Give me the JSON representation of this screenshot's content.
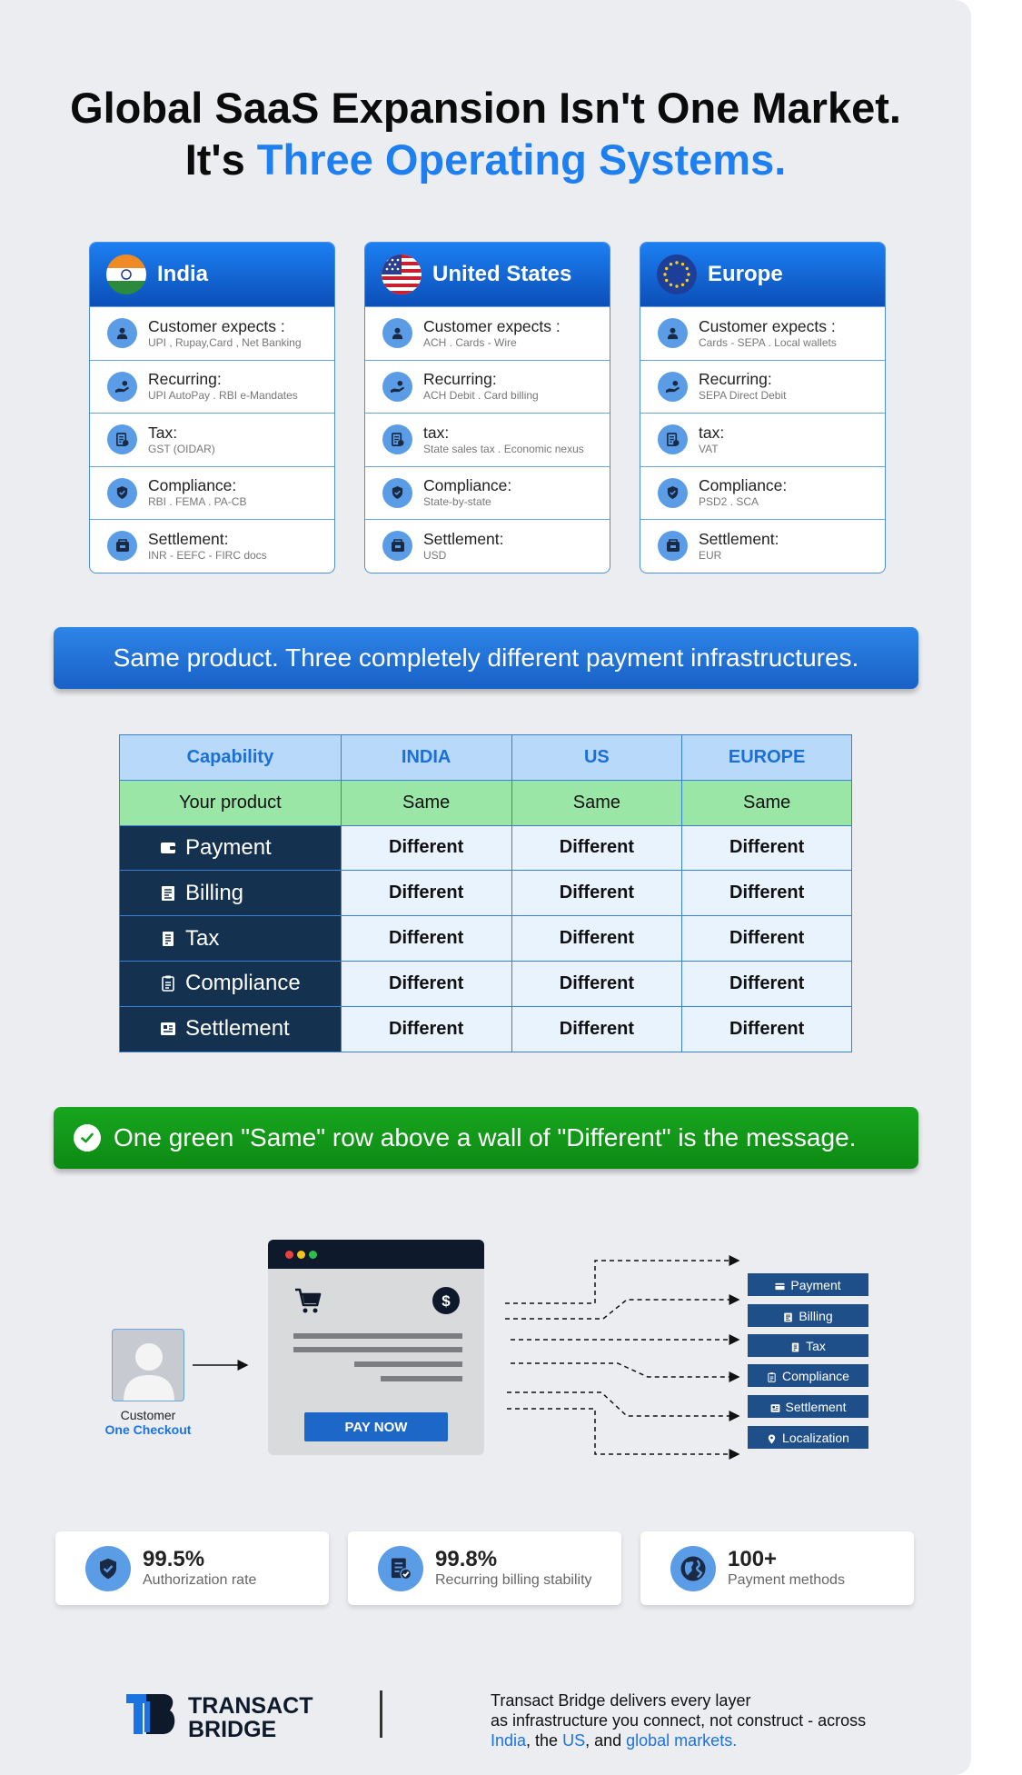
{
  "title": {
    "line1": "Global SaaS Expansion Isn't One Market.",
    "line2_prefix": "It's ",
    "line2_accent": "Three Operating Systems."
  },
  "colors": {
    "accent": "#1e7ff0",
    "header_blue": "#0c4fb8",
    "same_green": "#99e6a7",
    "dark_navy": "#14324f",
    "banner_green": "#18a51f"
  },
  "regions": [
    {
      "name": "India",
      "flag_icon": "india-flag-icon",
      "rows": [
        {
          "label": "Customer expects :",
          "detail": "UPI , Rupay,Card , Net Banking",
          "icon": "user-icon"
        },
        {
          "label": "Recurring:",
          "detail": "UPI AutoPay . RBI e-Mandates",
          "icon": "recurring-hand-icon"
        },
        {
          "label": "Tax:",
          "detail": "GST (OIDAR)",
          "icon": "tax-receipt-icon"
        },
        {
          "label": "Compliance:",
          "detail": "RBI . FEMA . PA-CB",
          "icon": "shield-icon"
        },
        {
          "label": "Settlement:",
          "detail": "INR - EEFC - FIRC docs",
          "icon": "bank-icon"
        }
      ]
    },
    {
      "name": "United States",
      "flag_icon": "us-flag-icon",
      "rows": [
        {
          "label": "Customer expects :",
          "detail": "ACH . Cards - Wire",
          "icon": "user-icon"
        },
        {
          "label": "Recurring:",
          "detail": "ACH Debit . Card billing",
          "icon": "recurring-hand-icon"
        },
        {
          "label": "tax:",
          "detail": "State sales tax . Economic nexus",
          "icon": "tax-receipt-icon"
        },
        {
          "label": "Compliance:",
          "detail": "State-by-state",
          "icon": "shield-icon"
        },
        {
          "label": "Settlement:",
          "detail": "USD",
          "icon": "bank-icon"
        }
      ]
    },
    {
      "name": "Europe",
      "flag_icon": "eu-flag-icon",
      "rows": [
        {
          "label": "Customer expects :",
          "detail": "Cards - SEPA . Local wallets",
          "icon": "user-icon"
        },
        {
          "label": "Recurring:",
          "detail": "SEPA Direct Debit",
          "icon": "recurring-hand-icon"
        },
        {
          "label": "tax:",
          "detail": "VAT",
          "icon": "tax-receipt-icon"
        },
        {
          "label": "Compliance:",
          "detail": "PSD2 . SCA",
          "icon": "shield-icon"
        },
        {
          "label": "Settlement:",
          "detail": "EUR",
          "icon": "bank-icon"
        }
      ]
    }
  ],
  "banner_blue": "Same product. Three completely different payment infrastructures.",
  "table": {
    "headers": [
      "Capability",
      "INDIA",
      "US",
      "EUROPE"
    ],
    "same_row": [
      "Your product",
      "Same",
      "Same",
      "Same"
    ],
    "rows": [
      {
        "capability": "Payment",
        "icon": "wallet-icon",
        "values": [
          "Different",
          "Different",
          "Different"
        ]
      },
      {
        "capability": "Billing",
        "icon": "billing-icon",
        "values": [
          "Different",
          "Different",
          "Different"
        ]
      },
      {
        "capability": "Tax",
        "icon": "tax-icon",
        "values": [
          "Different",
          "Different",
          "Different"
        ]
      },
      {
        "capability": "Compliance",
        "icon": "clipboard-icon",
        "values": [
          "Different",
          "Different",
          "Different"
        ]
      },
      {
        "capability": "Settlement",
        "icon": "settlement-icon",
        "values": [
          "Different",
          "Different",
          "Different"
        ]
      }
    ]
  },
  "banner_green": "One green \"Same\" row above a wall of \"Different\" is the message.",
  "diagram": {
    "customer_label": "Customer",
    "customer_sub": "One Checkout",
    "pay_button": "PAY NOW",
    "destinations": [
      {
        "label": "Payment",
        "icon": "card-icon"
      },
      {
        "label": "Billing",
        "icon": "billing-icon"
      },
      {
        "label": "Tax",
        "icon": "tax-icon"
      },
      {
        "label": "Compliance",
        "icon": "clipboard-icon"
      },
      {
        "label": "Settlement",
        "icon": "settlement-icon"
      },
      {
        "label": "Localization",
        "icon": "location-icon"
      }
    ]
  },
  "stats": [
    {
      "value": "99.5%",
      "caption": "Authorization rate",
      "icon": "shield-check-icon"
    },
    {
      "value": "99.8%",
      "caption": "Recurring billing stability",
      "icon": "document-check-icon"
    },
    {
      "value": "100+",
      "caption": "Payment methods",
      "icon": "globe-icon"
    }
  ],
  "footer": {
    "logo_line1": "TRANSACT",
    "logo_line2": "BRIDGE",
    "text_line1": "Transact Bridge delivers every layer",
    "text_line2": "as infrastructure you connect, not construct - across",
    "link_india": "India",
    "sep1": ", the ",
    "link_us": "US",
    "sep2": ", and ",
    "link_global": "global markets."
  }
}
